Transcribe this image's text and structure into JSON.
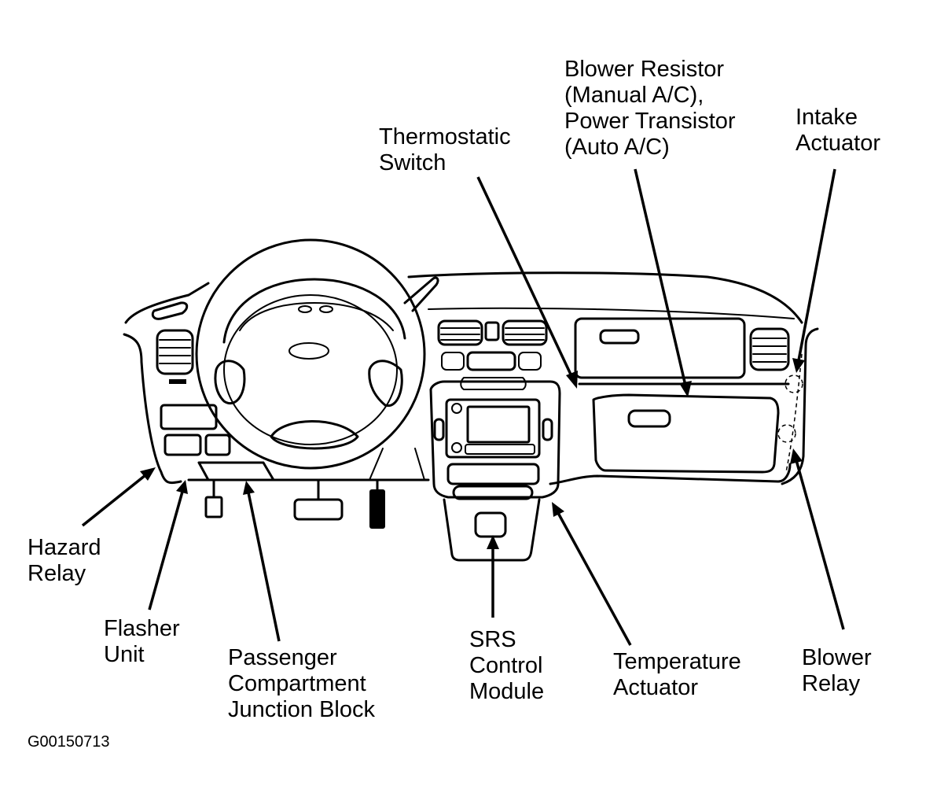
{
  "figure": {
    "type": "component-locator",
    "subject": "Instrument panel / dashboard component locations",
    "figure_id": "G00150713",
    "colors": {
      "line": "#000000",
      "background": "#ffffff"
    }
  },
  "callouts": {
    "blower_resistor": [
      "Blower Resistor",
      "(Manual A/C),",
      "Power Transistor",
      "(Auto A/C)"
    ],
    "intake_actuator": [
      "Intake",
      "Actuator"
    ],
    "thermostatic_switch": [
      "Thermostatic",
      "Switch"
    ],
    "hazard_relay": [
      "Hazard",
      "Relay"
    ],
    "flasher_unit": [
      "Flasher",
      "Unit"
    ],
    "junction_block": [
      "Passenger",
      "Compartment",
      "Junction Block"
    ],
    "srs_control_module": [
      "SRS",
      "Control",
      "Module"
    ],
    "temperature_actuator": [
      "Temperature",
      "Actuator"
    ],
    "blower_relay": [
      "Blower",
      "Relay"
    ]
  }
}
